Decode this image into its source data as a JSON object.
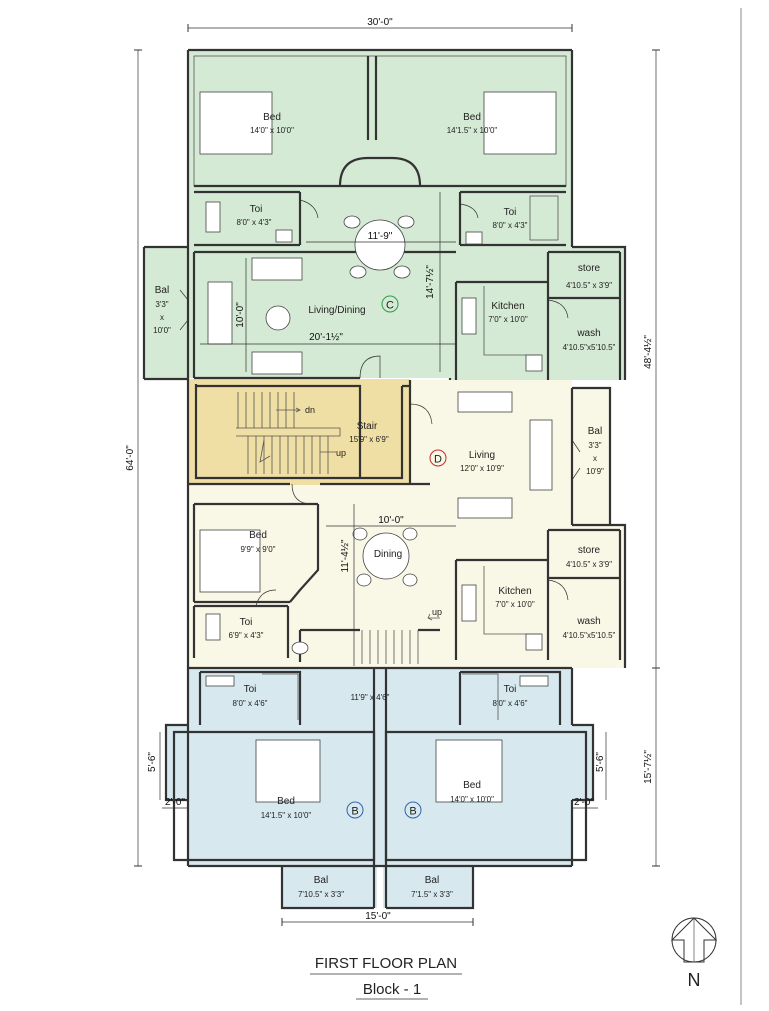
{
  "title": "FIRST FLOOR PLAN",
  "subtitle": "Block - 1",
  "north": "N",
  "units": {
    "c": "C",
    "d": "D",
    "b_left": "B",
    "b_right": "B"
  },
  "rooms": {
    "bed_c_left": {
      "name": "Bed",
      "size": "14'0\" x 10'0\""
    },
    "bed_c_right": {
      "name": "Bed",
      "size": "14'1.5\" x 10'0\""
    },
    "toi_c_left": {
      "name": "Toi",
      "size": "8'0\" x 4'3\""
    },
    "toi_c_right": {
      "name": "Toi",
      "size": "8'0\" x 4'3\""
    },
    "bal_c": {
      "name": "Bal",
      "size_a": "3'3\"",
      "size_x": "x",
      "size_b": "10'0\""
    },
    "living_c": {
      "name": "Living/Dining"
    },
    "kitchen_c": {
      "name": "Kitchen",
      "size": "7'0\" x 10'0\""
    },
    "store_c": {
      "name": "store",
      "size": "4'10.5\" x 3'9\""
    },
    "wash_c": {
      "name": "wash",
      "size": "4'10.5\"x5'10.5\""
    },
    "stair": {
      "name": "Stair",
      "size": "15'9\" x 6'9\"",
      "dn": "dn",
      "up": "up"
    },
    "living_d": {
      "name": "Living",
      "size": "12'0\" x 10'9\""
    },
    "bal_d": {
      "name": "Bal",
      "size_a": "3'3\"",
      "size_x": "x",
      "size_b": "10'9\""
    },
    "bed_d": {
      "name": "Bed",
      "size": "9'9\" x 9'0\""
    },
    "dining_d": {
      "name": "Dining"
    },
    "kitchen_d": {
      "name": "Kitchen",
      "size": "7'0\" x 10'0\""
    },
    "store_d": {
      "name": "store",
      "size": "4'10.5\" x 3'9\""
    },
    "wash_d": {
      "name": "wash",
      "size": "4'10.5\"x5'10.5\""
    },
    "toi_d": {
      "name": "Toi",
      "size": "6'9\" x 4'3\""
    },
    "stair_up2": {
      "up": "up"
    },
    "lobby": {
      "size": "11'9\" x 4'6\""
    },
    "toi_b_left": {
      "name": "Toi",
      "size": "8'0\" x 4'6\""
    },
    "toi_b_right": {
      "name": "Toi",
      "size": "8'0\" x 4'6\""
    },
    "bed_b_left": {
      "name": "Bed",
      "size": "14'1.5\" x 10'0\""
    },
    "bed_b_right": {
      "name": "Bed",
      "size": "14'0\" x 10'0\""
    },
    "bal_b_left": {
      "name": "Bal",
      "size": "7'10.5\" x 3'3\""
    },
    "bal_b_right": {
      "name": "Bal",
      "size": "7'1.5\" x 3'3\""
    }
  },
  "dims": {
    "top_width": "30'-0\"",
    "overall_height": "64'-0\"",
    "right_upper": "48'-4½\"",
    "right_lower": "15'-7½\"",
    "c_dining_width": "11'-9\"",
    "c_vertical": "14'-7½\"",
    "c_living_height": "10'-0\"",
    "c_living_width": "20'-1½\"",
    "d_dining_width": "10'-0\"",
    "d_vertical": "11'-4½\"",
    "left_proj_h": "5'-6\"",
    "left_proj_w": "2'-0\"",
    "right_proj_h": "5'-6\"",
    "right_proj_w": "2'-0\"",
    "bottom_width": "15'-0\""
  },
  "colors": {
    "unit_c": "#d5ead4",
    "unit_d": "#f9f7e6",
    "unit_b": "#d7e9ef",
    "stair_fill": "#f0dfa4",
    "unit_c_marker": "#2f9a4a",
    "unit_d_marker": "#c62b2b",
    "unit_b_marker": "#2f63b0"
  }
}
